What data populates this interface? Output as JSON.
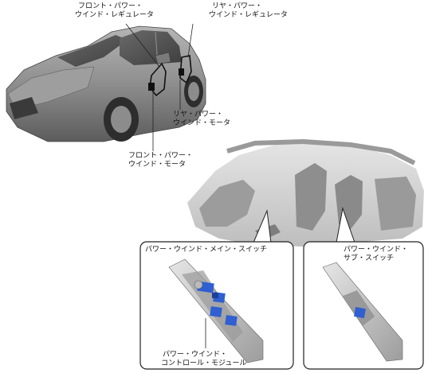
{
  "labels": {
    "front_regulator": [
      "フロント・パワー・",
      "ウインド・レギュレータ"
    ],
    "rear_regulator": [
      "リヤ・パワー・",
      "ウインド・レギュレータ"
    ],
    "rear_motor": [
      "リヤ・パワー・",
      "ウインド・モータ"
    ],
    "front_motor": [
      "フロント・パワー・",
      "ウインド・モータ"
    ],
    "main_switch": "パワー・ウインド・メイン・スイッチ",
    "control_module": [
      "パワー・ウインド・",
      "コントロール・モジュール"
    ],
    "sub_switch": [
      "パワー・ウインド・",
      "サブ・スイッチ"
    ]
  },
  "colors": {
    "line": "#222222",
    "car_body": "#8a8a8a",
    "interior": "#c8c8c8",
    "switch_blue": "#2f5fd0"
  }
}
